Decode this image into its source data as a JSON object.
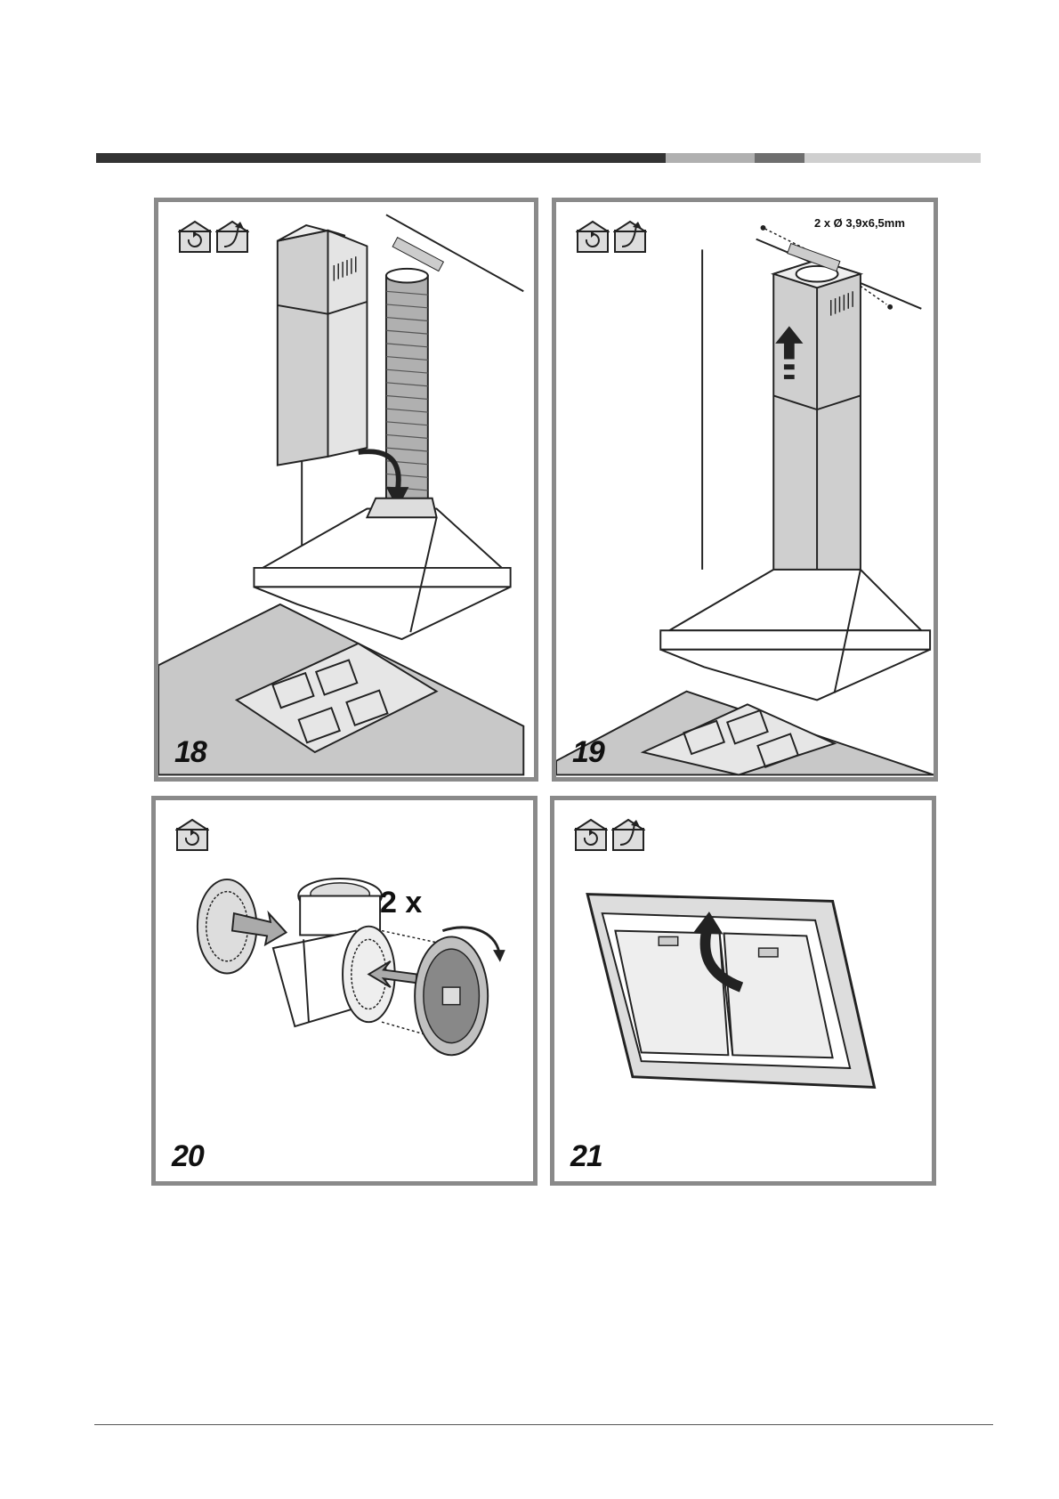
{
  "header_bar": {
    "colors": [
      "#333333",
      "#b0b0b0",
      "#6e6e6e",
      "#cfcfcf"
    ]
  },
  "figures": [
    {
      "number": "18",
      "icons": [
        "recirculation-house-icon",
        "extraction-house-icon"
      ]
    },
    {
      "number": "19",
      "icons": [
        "recirculation-house-icon",
        "extraction-house-icon"
      ],
      "note": "2 x Ø 3,9x6,5mm"
    },
    {
      "number": "20",
      "icons": [
        "recirculation-house-icon"
      ],
      "note": "2 x"
    },
    {
      "number": "21",
      "icons": [
        "recirculation-house-icon",
        "extraction-house-icon"
      ]
    }
  ],
  "colors": {
    "panel_border": "#8a8a8a",
    "line_art": "#222222",
    "fill_grey": "#c8c8c8"
  }
}
